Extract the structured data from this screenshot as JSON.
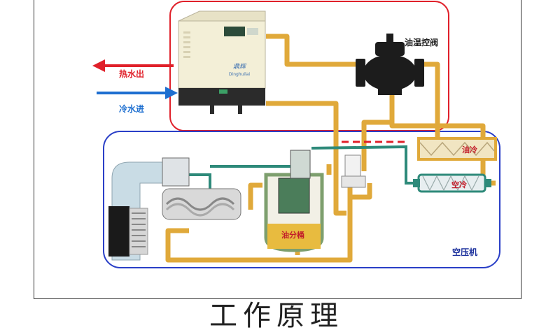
{
  "labels": {
    "hot_water_out": "热水出",
    "cold_water_in": "冷水进",
    "oil_temp_valve": "油温控阀",
    "oil_cooler": "油冷",
    "air_cooler": "空冷",
    "oil_separator": "油分桶",
    "air_compressor": "空压机",
    "unit_brand": "Dinghuilai"
  },
  "footer": {
    "title": "工作原理"
  },
  "colors": {
    "heat_box_border": "#e0202a",
    "compressor_box_border": "#2a3fc7",
    "oil_pipe": "#e0a93a",
    "air_pipe": "#2e8a7a",
    "hot_arrow": "#e0202a",
    "cold_arrow": "#1e6fd0"
  }
}
